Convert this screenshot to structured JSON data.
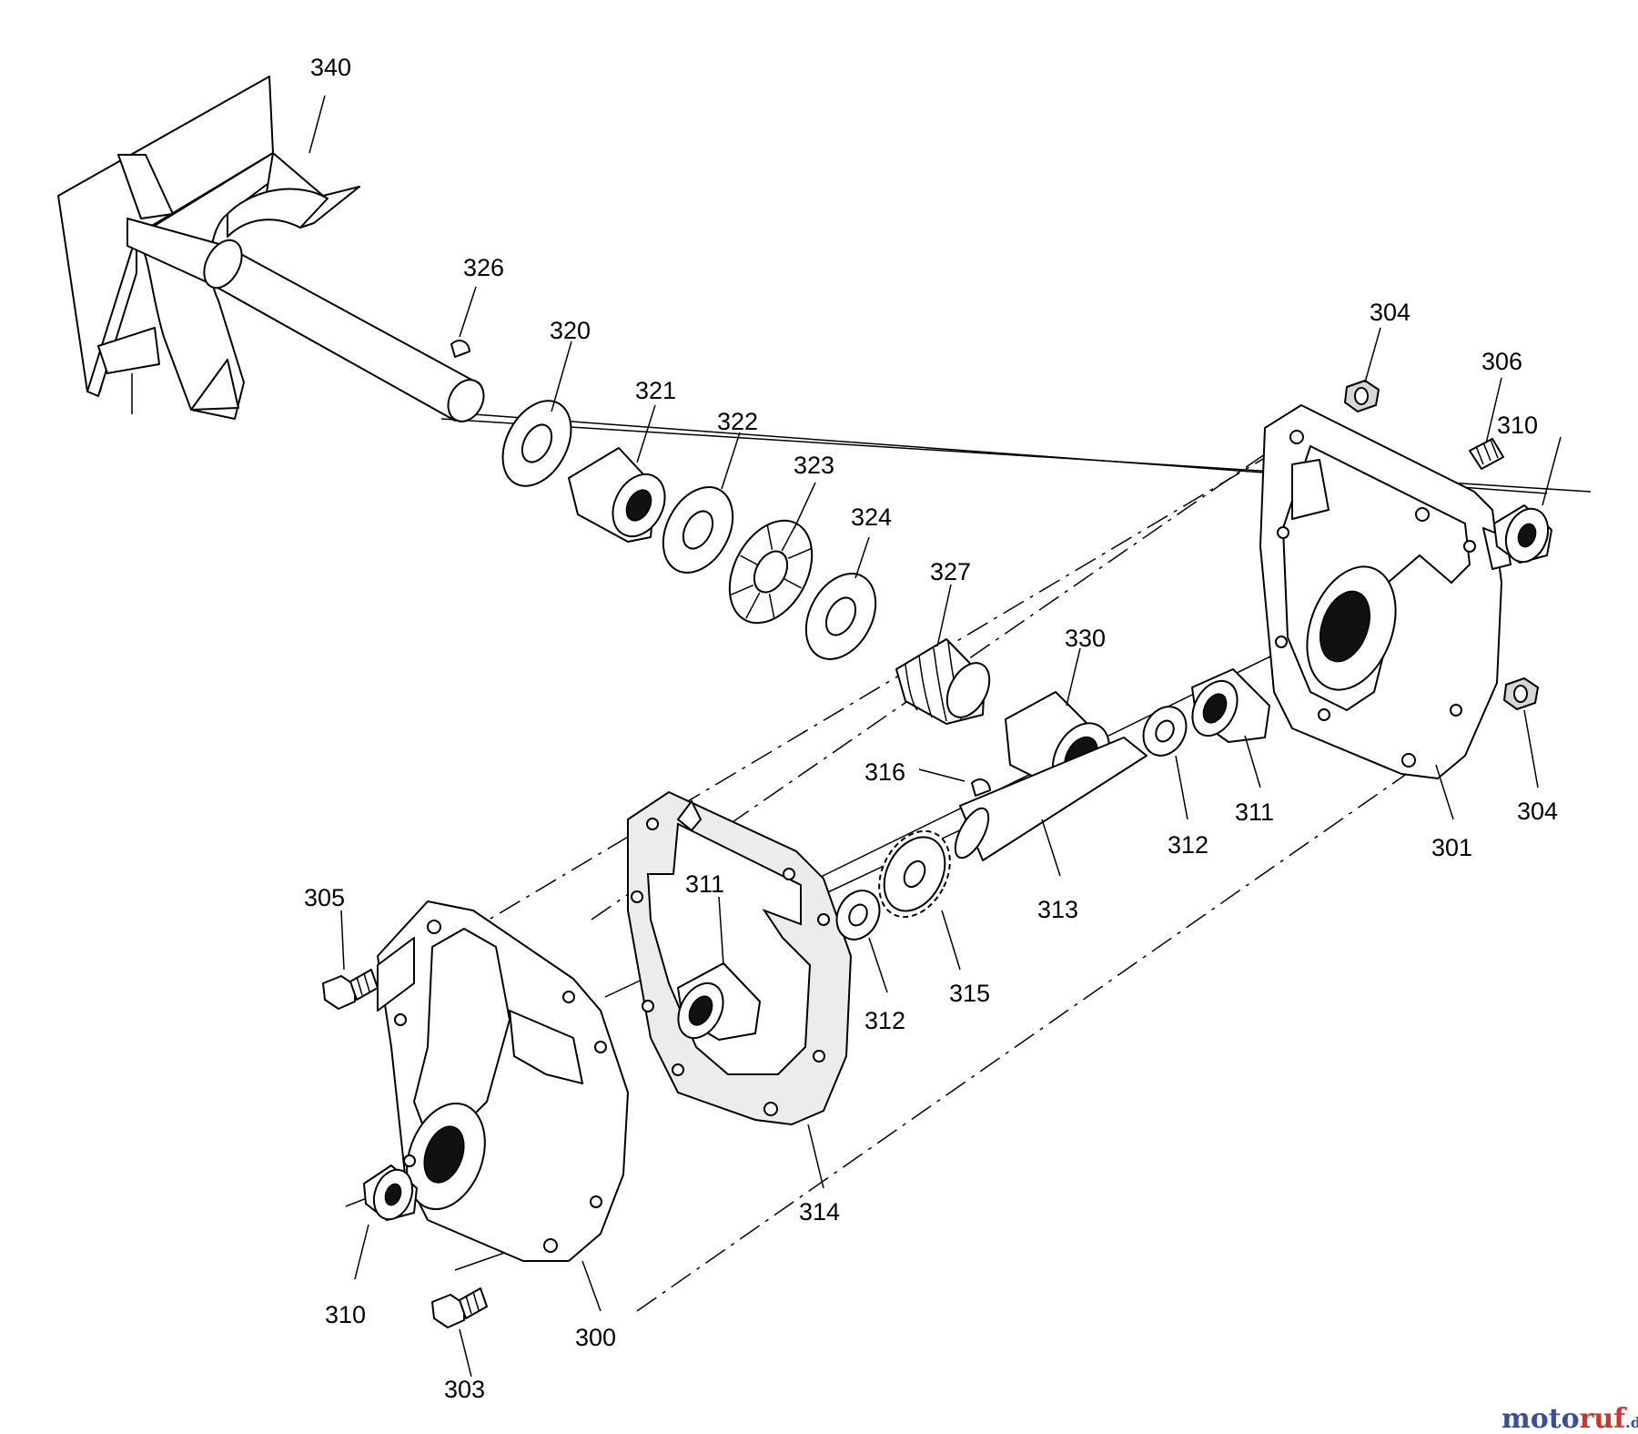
{
  "parts": [
    {
      "id": "p340",
      "label": "340"
    },
    {
      "id": "p326",
      "label": "326"
    },
    {
      "id": "p320",
      "label": "320"
    },
    {
      "id": "p321",
      "label": "321"
    },
    {
      "id": "p322",
      "label": "322"
    },
    {
      "id": "p323",
      "label": "323"
    },
    {
      "id": "p324",
      "label": "324"
    },
    {
      "id": "p327",
      "label": "327"
    },
    {
      "id": "p330",
      "label": "330"
    },
    {
      "id": "p304a",
      "label": "304"
    },
    {
      "id": "p306",
      "label": "306"
    },
    {
      "id": "p310a",
      "label": "310"
    },
    {
      "id": "p316",
      "label": "316"
    },
    {
      "id": "p312a",
      "label": "312"
    },
    {
      "id": "p311a",
      "label": "311"
    },
    {
      "id": "p301",
      "label": "301"
    },
    {
      "id": "p304b",
      "label": "304"
    },
    {
      "id": "p313",
      "label": "313"
    },
    {
      "id": "p305",
      "label": "305"
    },
    {
      "id": "p311b",
      "label": "311"
    },
    {
      "id": "p312b",
      "label": "312"
    },
    {
      "id": "p315",
      "label": "315"
    },
    {
      "id": "p314",
      "label": "314"
    },
    {
      "id": "p310b",
      "label": "310"
    },
    {
      "id": "p300",
      "label": "300"
    },
    {
      "id": "p303",
      "label": "303"
    }
  ],
  "watermark": {
    "brand_a": "moto",
    "brand_b": "ruf",
    "suffix": ".de",
    "color_a": "#3a4f9a",
    "color_b": "#d3312b"
  }
}
